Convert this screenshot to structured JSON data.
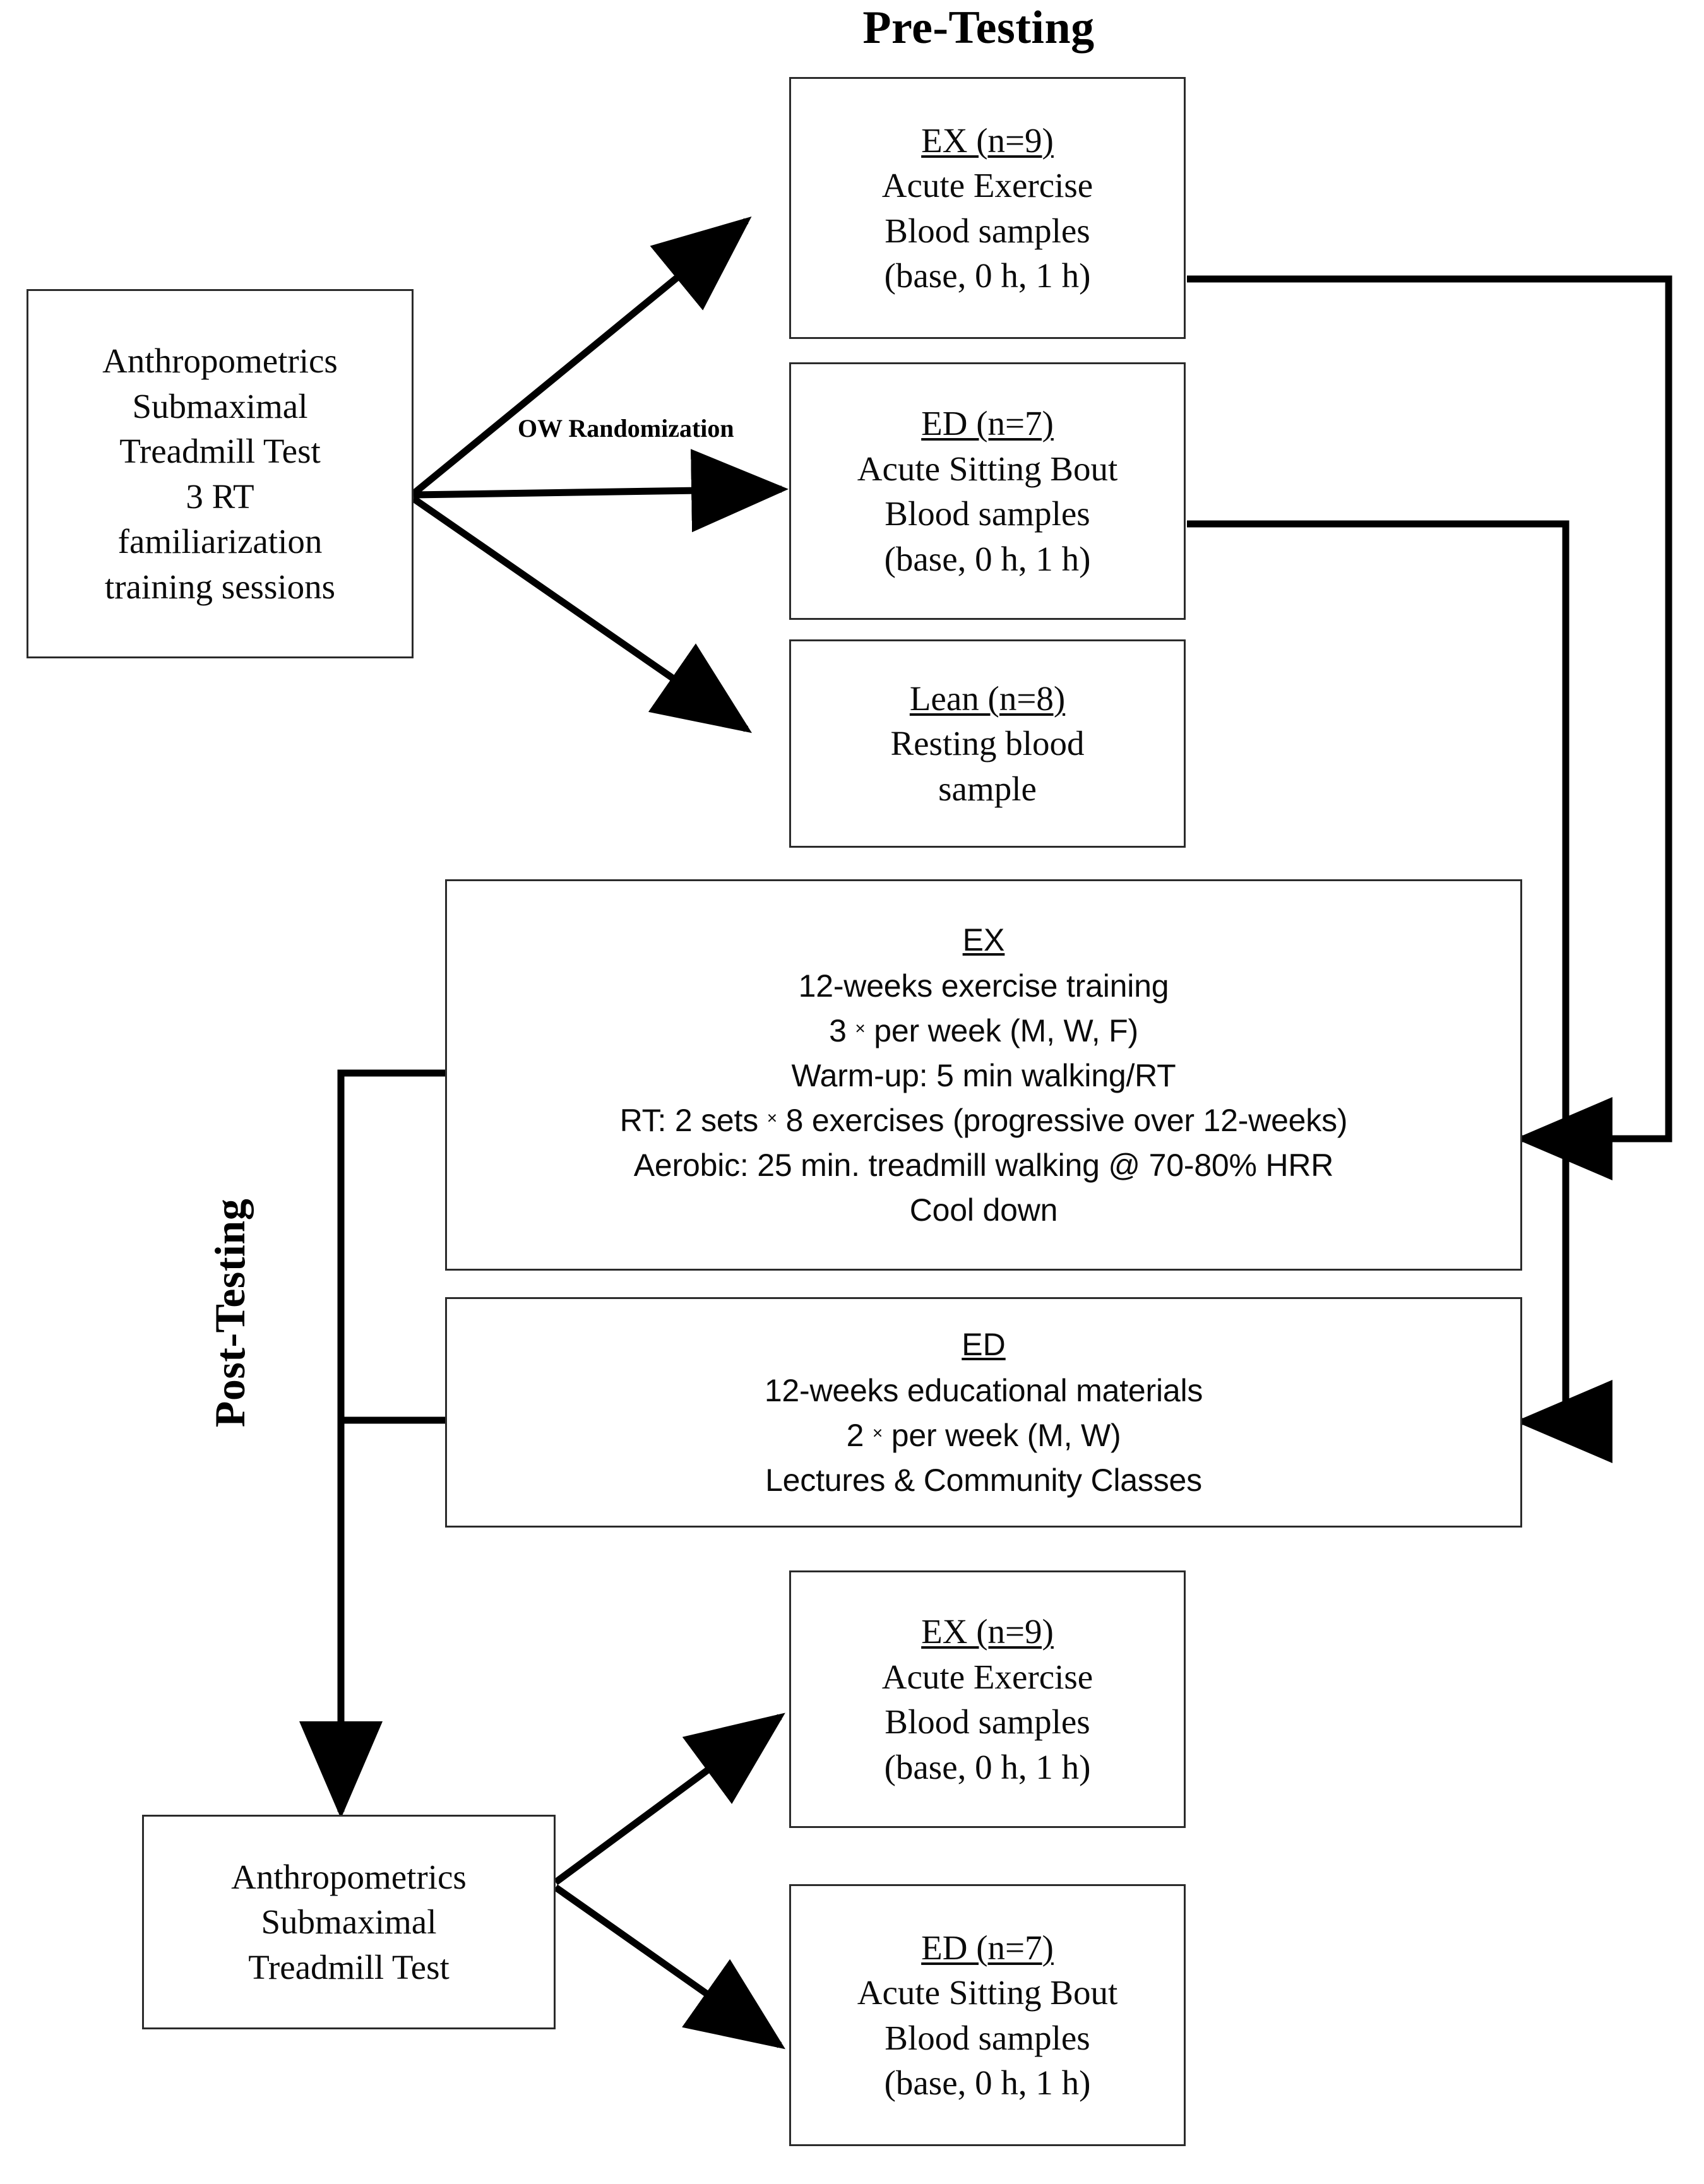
{
  "figure": {
    "type": "flowchart",
    "orientation": "vertical",
    "phase_titles": {
      "pre": "Pre-Testing",
      "post": "Post-Testing"
    },
    "edge_labels": {
      "randomization": "OW Randomization"
    }
  },
  "nodes": {
    "baseline": {
      "id": "baseline-assessment",
      "lines": [
        "Anthropometrics",
        "Submaximal",
        "Treadmill Test",
        "3 RT",
        "familiarization",
        "training sessions"
      ]
    },
    "pre_ex": {
      "id": "pre-ex-group",
      "header": "EX (n=9)",
      "group": "EX",
      "n": 9,
      "lines": [
        "Acute Exercise",
        "Blood samples",
        "(base, 0 h, 1 h)"
      ]
    },
    "pre_ed": {
      "id": "pre-ed-group",
      "header": "ED (n=7)",
      "group": "ED",
      "n": 7,
      "lines": [
        "Acute Sitting Bout",
        "Blood samples",
        "(base, 0 h, 1 h)"
      ]
    },
    "pre_lean": {
      "id": "pre-lean-group",
      "header": "Lean (n=8)",
      "group": "Lean",
      "n": 8,
      "lines": [
        "Resting blood",
        "sample"
      ]
    },
    "ex_intervention": {
      "id": "ex-intervention",
      "header": "EX",
      "lines": [
        "12-weeks exercise training",
        "3 × per week (M, W, F)",
        "Warm-up: 5 min walking/RT",
        "RT: 2 sets × 8 exercises (progressive over 12-weeks)",
        "Aerobic: 25 min. treadmill walking @ 70-80% HRR",
        "Cool down"
      ]
    },
    "ed_intervention": {
      "id": "ed-intervention",
      "header": "ED",
      "lines": [
        "12-weeks educational materials",
        "2 × per week (M, W)",
        "Lectures & Community Classes"
      ]
    },
    "post_assessment": {
      "id": "post-assessment",
      "lines": [
        "Anthropometrics",
        "Submaximal",
        "Treadmill Test"
      ]
    },
    "post_ex": {
      "id": "post-ex-group",
      "header": "EX (n=9)",
      "group": "EX",
      "n": 9,
      "lines": [
        "Acute Exercise",
        "Blood samples",
        "(base, 0 h, 1 h)"
      ]
    },
    "post_ed": {
      "id": "post-ed-group",
      "header": "ED (n=7)",
      "group": "ED",
      "n": 7,
      "lines": [
        "Acute Sitting Bout",
        "Blood samples",
        "(base, 0 h, 1 h)"
      ]
    }
  },
  "colors": {
    "stroke": "#2b2b2b",
    "arrow": "#000000",
    "background": "#ffffff",
    "text": "#0b0b0b"
  }
}
